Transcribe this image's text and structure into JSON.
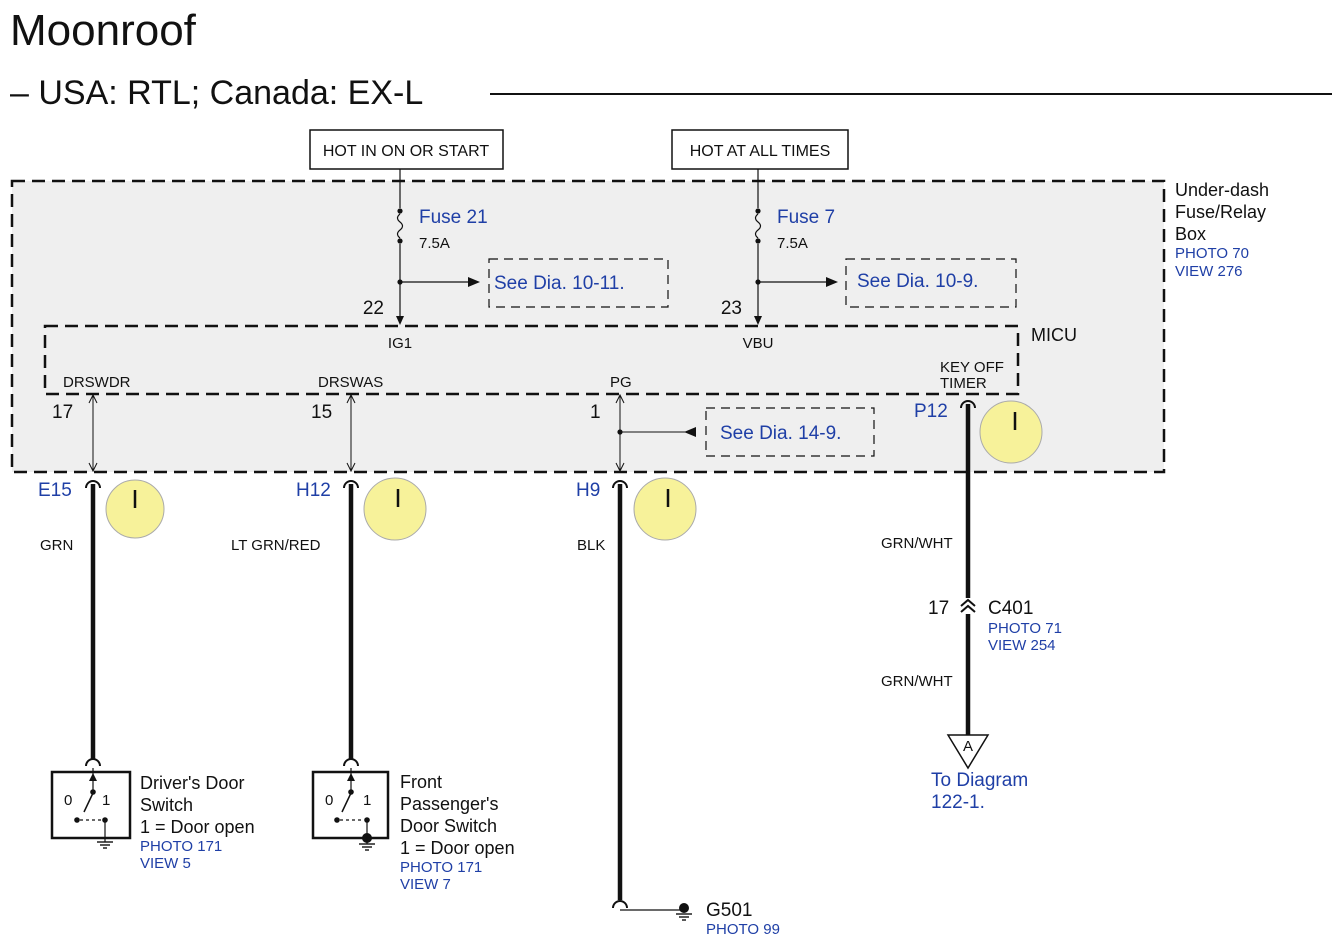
{
  "title": "Moonroof",
  "subtitle": "– USA: RTL; Canada: EX-L",
  "power_labels": [
    "HOT IN ON OR START",
    "HOT AT ALL TIMES"
  ],
  "fuse_box": {
    "name_lines": [
      "Under-dash",
      "Fuse/Relay",
      "Box"
    ],
    "photo": "PHOTO 70",
    "view": "VIEW 276"
  },
  "fuses": [
    {
      "name": "Fuse 21",
      "rating": "7.5A",
      "pin": "22",
      "terminal": "IG1",
      "ref": "See Dia. 10-11."
    },
    {
      "name": "Fuse 7",
      "rating": "7.5A",
      "pin": "23",
      "terminal": "VBU",
      "ref": "See Dia. 10-9."
    }
  ],
  "micu": {
    "name": "MICU",
    "terminals": [
      {
        "name": "DRSWDR",
        "pin": "17",
        "connector": "E15",
        "wire": "GRN"
      },
      {
        "name": "DRSWAS",
        "pin": "15",
        "connector": "H12",
        "wire": "LT GRN/RED"
      },
      {
        "name": "PG",
        "pin": "1",
        "connector": "H9",
        "wire": "BLK"
      },
      {
        "name_lines": [
          "KEY OFF",
          "TIMER"
        ],
        "connector": "P12",
        "wire": "GRN/WHT"
      }
    ],
    "pg_ref": "See Dia. 14-9."
  },
  "connector_c401": {
    "pin": "17",
    "name": "C401",
    "photo": "PHOTO 71",
    "view": "VIEW 254",
    "wire_below": "GRN/WHT"
  },
  "offpage": {
    "letter": "A",
    "lines": [
      "To Diagram",
      "122-1."
    ]
  },
  "switches": [
    {
      "name_lines": [
        "Driver's Door",
        "Switch",
        "1 = Door open"
      ],
      "photo": "PHOTO 171",
      "view": "VIEW 5",
      "pos0": "0",
      "pos1": "1"
    },
    {
      "name_lines": [
        "Front",
        "Passenger's",
        "Door Switch",
        "1 = Door open"
      ],
      "photo": "PHOTO 171",
      "view": "VIEW 7",
      "pos0": "0",
      "pos1": "1"
    }
  ],
  "ground": {
    "name": "G501",
    "photo": "PHOTO 99"
  },
  "colors": {
    "ink": "#111111",
    "link_blue": "#1f3fa6",
    "box_fill": "#efefef",
    "marker_yellow": "#f7f29a"
  }
}
